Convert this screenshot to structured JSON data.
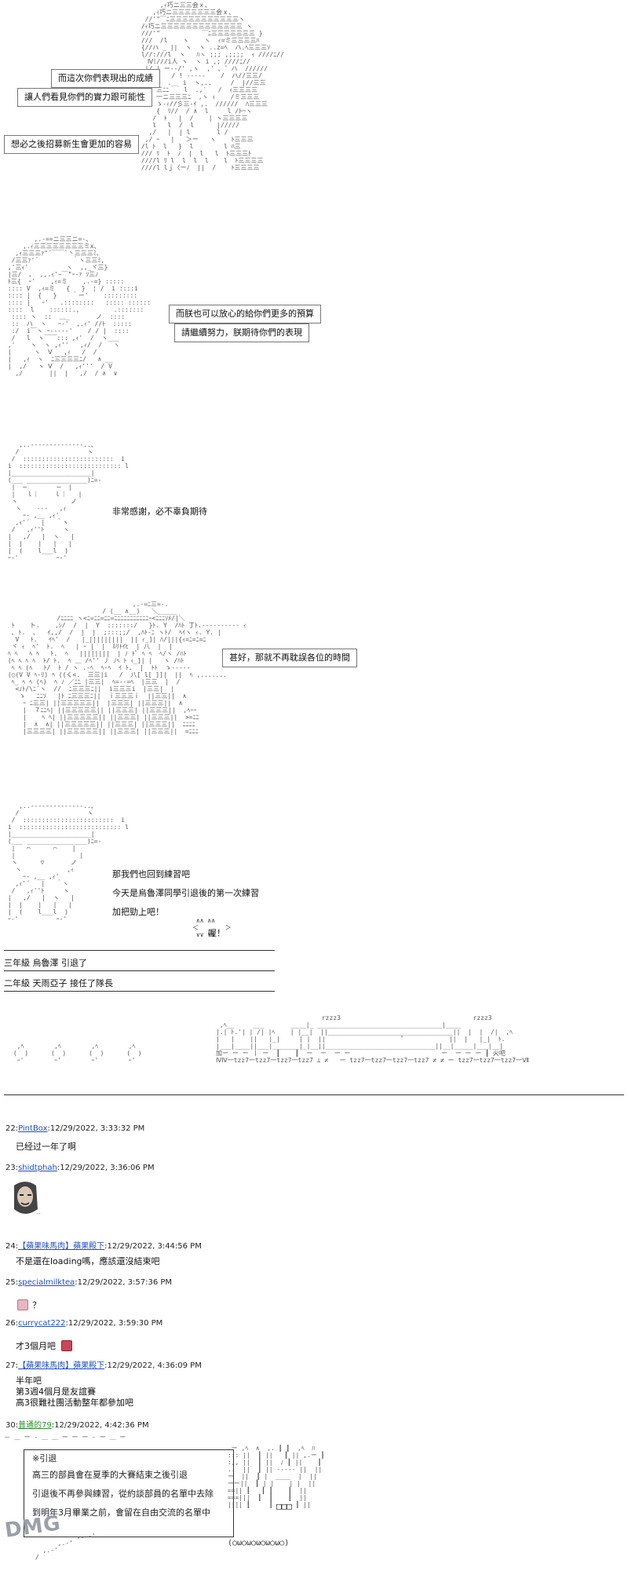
{
  "panel1": {
    "lines": [
      "而這次你們表現出的成績",
      "讓人們看見你們的實力跟可能性",
      "想必之後招募新生會更加的容易"
    ]
  },
  "panel2": {
    "lines": [
      "而朕也可以放心的給你們更多的預算",
      "請繼續努力，朕期待你們的表現"
    ]
  },
  "panel3": {
    "line": "非常感謝，必不辜負期待"
  },
  "panel4": {
    "line": "甚好，那就不再耽誤各位的時間"
  },
  "panel5": {
    "lines": [
      "那我們也回到練習吧",
      "今天是烏魯澤同學引退後的第一次練習",
      "加把勁上吧！"
    ],
    "shout": "喔！",
    "caption1": "三年級 烏魯澤 引退了",
    "caption2": "二年級 天雨亞子 接任了隊長"
  },
  "comments": [
    {
      "num": "22:",
      "user": "PintBox",
      "time": ":12/29/2022, 3:33:32 PM",
      "body": "已经过一年了啊",
      "green": false
    },
    {
      "num": "23:",
      "user": "shidtphah",
      "time": ":12/29/2022, 3:36:06 PM",
      "body": "",
      "green": false
    },
    {
      "num": "24:",
      "user": "【蘋果味馬肉】蘋果殿下",
      "time": ":12/29/2022, 3:44:56 PM",
      "body": "不是還在loading嗎，應該還沒結束吧",
      "green": false
    },
    {
      "num": "25:",
      "user": "specialmilktea",
      "time": ":12/29/2022, 3:57:36 PM",
      "body": "？",
      "green": false
    },
    {
      "num": "26:",
      "user": "currycat222",
      "time": ":12/29/2022, 3:59:30 PM",
      "body": "才3個月吧",
      "green": false
    },
    {
      "num": "27:",
      "user": "【蘋果味馬肉】蘋果殿下",
      "time": ":12/29/2022, 4:36:09 PM",
      "body": "半年吧\n第3週4個月是友誼賽\n高3很難社團活動整年都參加吧",
      "green": false
    },
    {
      "num": "30:",
      "user": "普通的79",
      "time": ":12/29/2022, 4:42:36 PM",
      "body": "",
      "green": true
    }
  ],
  "note": {
    "title": "※引退",
    "lines": [
      "高三的部員會在夏季的大賽結束之後引退",
      "引退後不再參與練習，從約談部員的名單中去除",
      "到明年3月畢業之前，會留在自由交流的名單中"
    ]
  },
  "bottom_art": {
    "monitor": "□□□",
    "bubble_text": "(○ω○ω○ω○ω○ω○)"
  },
  "logo": {
    "text": "DMG"
  },
  "colors": {
    "link": "#1f4fbf",
    "green_link": "#2f8f2f"
  }
}
